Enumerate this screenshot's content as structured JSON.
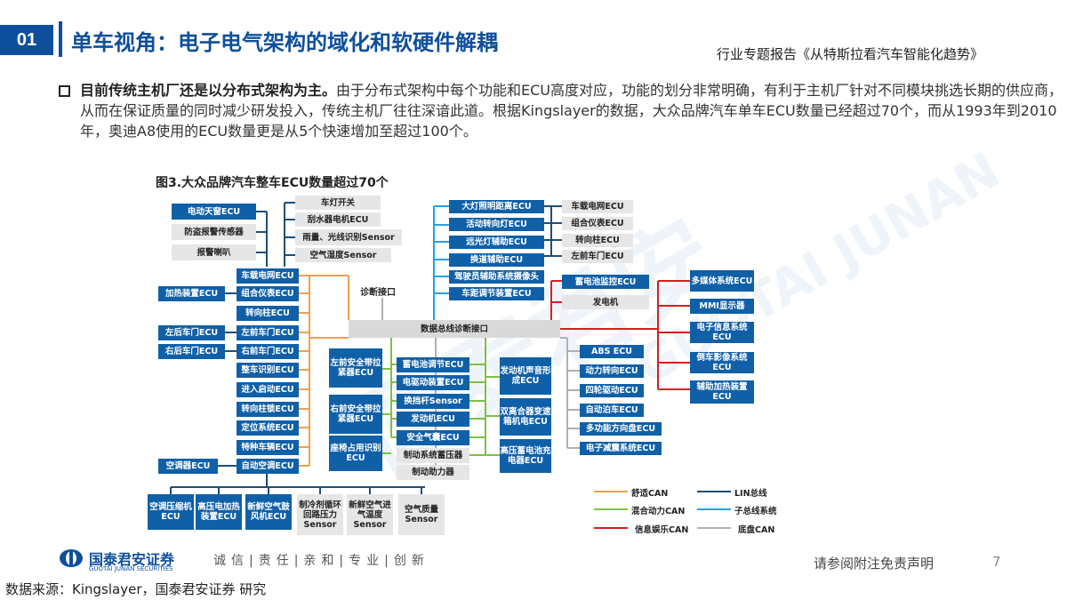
{
  "header": {
    "section_number": "01",
    "title": "单车视角：电子电气架构的域化和软硬件解耦",
    "report_name": "行业专题报告《从特斯拉看汽车智能化趋势》"
  },
  "body": {
    "bold_lead": "目前传统主机厂还是以分布式架构为主。",
    "text": "由于分布式架构中每个功能和ECU高度对应，功能的划分非常明确，有利于主机厂针对不同模块挑选长期的供应商，从而在保证质量的同时减少研发投入，传统主机厂往往深谙此道。根据Kingslayer的数据，大众品牌汽车单车ECU数量已经超过70个，而从1993年到2010年，奥迪A8使用的ECU数量更是从5个快速增加至超过100个。"
  },
  "figure": {
    "title": "图3.大众品牌汽车整车ECU数量超过70个",
    "bus": "数据总线诊断接口",
    "diag_port": "诊断接口",
    "left_outer": [
      "电动天窗ECU",
      "防盗报警传感器",
      "报警喇叭"
    ],
    "top_gray": [
      "车灯开关",
      "刮水器电机ECU",
      "雨量、光线识别Sensor",
      "空气湿度Sensor"
    ],
    "left_col": [
      "车载电网ECU",
      "组合仪表ECU",
      "转向柱ECU",
      "左前车门ECU",
      "右前车门ECU",
      "整车识别ECU",
      "进入启动ECU",
      "转向柱锁ECU",
      "定位系统ECU",
      "特种车辆ECU",
      "自动空调ECU"
    ],
    "left_far": [
      "加热装置ECU",
      "左后车门ECU",
      "右后车门ECU",
      "空调器ECU"
    ],
    "bottom_row": [
      "空调压缩机ECU",
      "高压电加热装置ECU",
      "新鲜空气鼓风机ECU"
    ],
    "bottom_gray": [
      "制冷剂循环回路压力Sensor",
      "新鲜空气进气温度Sensor",
      "空气质量Sensor"
    ],
    "seat_col": [
      "左前安全带拉紧器ECU",
      "右前安全带拉紧器ECU",
      "座椅占用识别ECU"
    ],
    "center_col": [
      "蓄电池调节ECU",
      "电驱动装置ECU",
      "换挡杆Sensor",
      "发动机ECU",
      "安全气囊ECU"
    ],
    "center_gray": [
      "制动系统蓄压器",
      "制动助力器"
    ],
    "right_center": [
      "发动机声音形成ECU",
      "双离合器变速箱机电ECU",
      "高压蓄电池充电器ECU"
    ],
    "top_mid": [
      "大灯照明距离ECU",
      "活动转向灯ECU",
      "远光灯辅助ECU",
      "换道辅助ECU",
      "驾驶员辅助系统摄像头",
      "车距调节装置ECU"
    ],
    "top_right_gray": [
      "车载电网ECU",
      "组合仪表ECU",
      "转向柱ECU",
      "左前车门ECU"
    ],
    "battery": "蓄电池监控ECU",
    "generator": "发电机",
    "chassis": [
      "ABS ECU",
      "动力转向ECU",
      "四轮驱动ECU",
      "自动泊车ECU",
      "多功能方向盘ECU",
      "电子减震系统ECU"
    ],
    "info": [
      "多媒体系统ECU",
      "MMI显示器",
      "电子信息系统ECU",
      "倒车影像系统ECU",
      "辅助加热装置ECU"
    ],
    "legend": [
      {
        "label": "舒适CAN",
        "color": "#f0a050"
      },
      {
        "label": "LIN总线",
        "color": "#1f4e79"
      },
      {
        "label": "混合动力CAN",
        "color": "#7dc142"
      },
      {
        "label": "子总线系统",
        "color": "#28a0e0"
      },
      {
        "label": "信息娱乐CAN",
        "color": "#d42020"
      },
      {
        "label": "底盘CAN",
        "color": "#b0b0b0"
      }
    ]
  },
  "watermark": {
    "cn": "国泰君安",
    "en": "GUOTAI JUNAN"
  },
  "footer": {
    "logo_cn": "国泰君安证券",
    "logo_en": "GUOTAI JUNAN SECURITIES",
    "motto": "诚信|责任|亲和|专业|创新",
    "disclaimer": "请参阅附注免责声明",
    "page": "7"
  },
  "source": "数据来源：Kingslayer，国泰君安证券 研究",
  "colors": {
    "brand": "#0e4f9c",
    "box": "#1060a8",
    "gray_box": "#d9d9d9"
  }
}
